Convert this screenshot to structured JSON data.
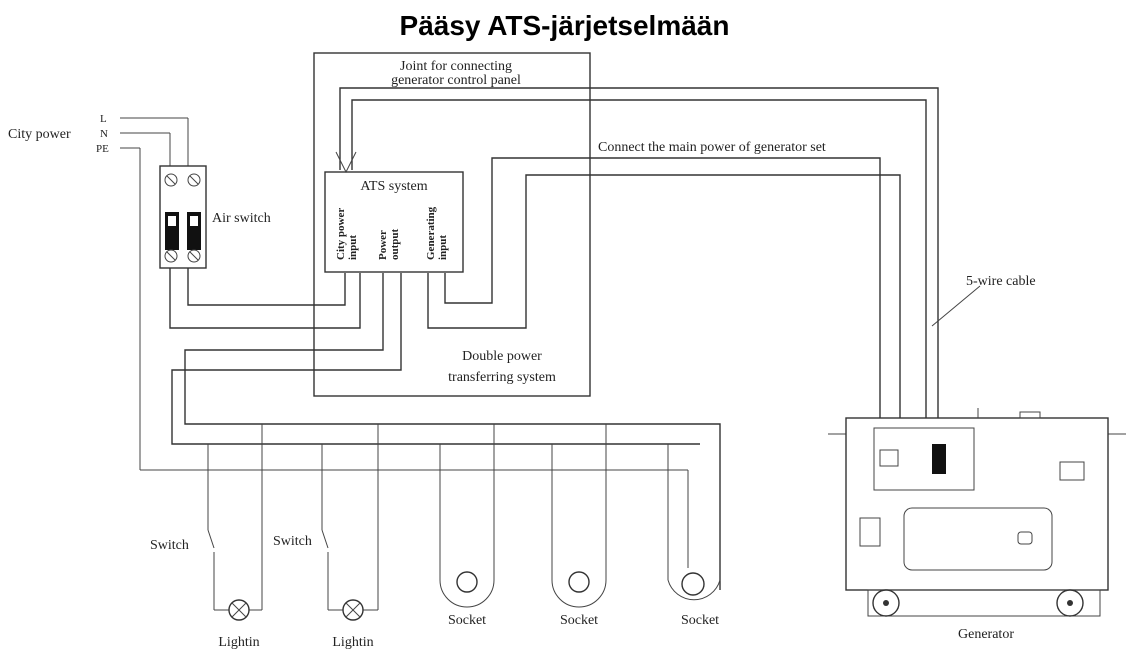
{
  "title": "Pääsy ATS-järjetselmään",
  "labels": {
    "city_power": "City power",
    "line_l": "L",
    "line_n": "N",
    "line_pe": "PE",
    "air_switch": "Air switch",
    "ats_system": "ATS system",
    "city_power_input_1": "City power",
    "city_power_input_2": "input",
    "power_output_1": "Power",
    "power_output_2": "output",
    "generating_input_1": "Generating",
    "generating_input_2": "input",
    "joint_1": "Joint for connecting",
    "joint_2": "generator control panel",
    "connect_main": "Connect the main power of generator set",
    "five_wire": "5-wire cable",
    "double_power_1": "Double power",
    "double_power_2": "transferring system",
    "switch_1": "Switch",
    "switch_2": "Switch",
    "lighting_1": "Lightin",
    "lighting_2": "Lightin",
    "socket_1": "Socket",
    "socket_2": "Socket",
    "socket_3": "Socket",
    "generator": "Generator"
  }
}
